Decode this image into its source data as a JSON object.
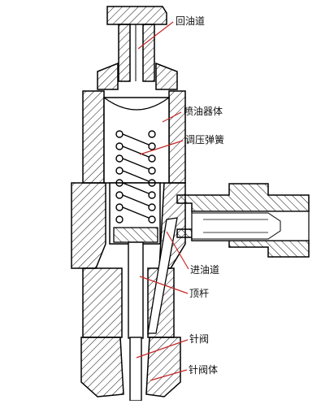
{
  "labels": {
    "return_channel": "回油道",
    "injector_body": "喷油器体",
    "pressure_spring": "调压弹簧",
    "inlet_channel": "进油道",
    "push_rod": "顶杆",
    "needle_valve": "针阀",
    "needle_valve_body": "针阀体"
  }
}
